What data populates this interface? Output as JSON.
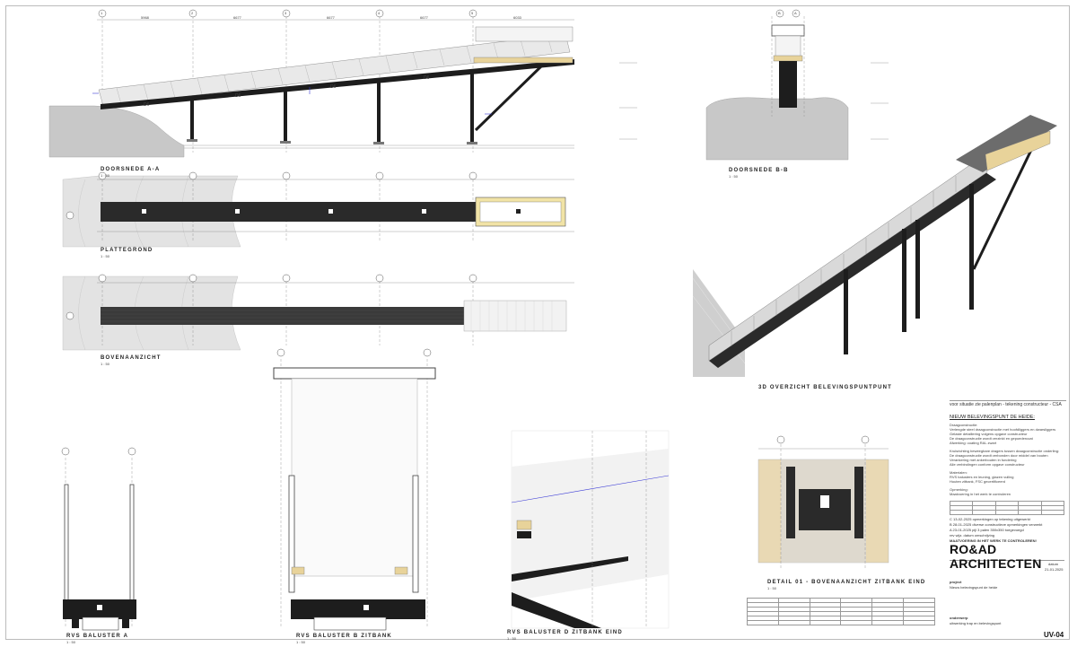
{
  "views": {
    "section_aa": "DOORSNEDE A-A",
    "plan": "PLATTEGROND",
    "top_view": "BOVENAANZICHT",
    "section_bb": "DOORSNEDE B-B",
    "overview_3d": "3D OVERZICHT BELEVINGSPUNTPUNT",
    "baluster_a": "RVS BALUSTER A",
    "baluster_b": "RVS BALUSTER B ZITBANK",
    "baluster_d": "RVS BALUSTER D ZITBANK EIND",
    "detail_01": "DETAIL 01 - BOVENAANZICHT ZITBANK EIND"
  },
  "scale": "1 : 50",
  "grid_labels": [
    "1",
    "2",
    "3",
    "4",
    "5"
  ],
  "grid_labels_b": [
    "B",
    "A"
  ],
  "dimensions_top": [
    "5968",
    "6677",
    "6677",
    "6677",
    "6033"
  ],
  "slope_labels": [
    "D6",
    "D6",
    "D6",
    "D6"
  ],
  "title_block": {
    "note": "voor situatie zie palenplan - tekening constructeur - CSA",
    "heading": "NIEUW BELEVINGSPUNT DE HEIDE:",
    "lines": [
      "Draagconstructie:",
      "Verlengde steel draagconstructie met hoofdliggers en dwarsliggers",
      "Gelaste detaillering volgens opgave constructeur",
      "De draagconstructie wordt verzinkt en gepoedercoat",
      "Afwerking: coating RAL zwart",
      "",
      "Kruisrichting beweegbare dragers tussen draagconstructie onderling:",
      "De draagconstructie wordt verbonden door middel van bouten",
      "Verankering met ankerbouten in fundering",
      "Alle verbindingen conform opgave constructeur",
      "",
      "Materialen:",
      "RVS balusters en leuning, glazen vulling",
      "Houten zitbank, FSC gecertificeerd",
      "",
      "Opmerking:",
      "Maatvoering in het werk te controleren"
    ],
    "revisions": [
      "C   13-02-2025  opmerkingen op tekening uitgewerkt",
      "B   28-01-2025  diverse constructieve opmerkingen verwerkt",
      "A   23-01-2025  pijl 3 palen 350x350 toegevoegd",
      "rev  wijz. datum  omschrijving"
    ],
    "warning": "MAATVOERING IN HET WERK TE CONTROLEREN!",
    "brand": "RO&AD ARCHITECTEN",
    "project_label": "project",
    "project": "Nieuw belevingspunt de heide",
    "drawing_label": "onderwerp",
    "drawing": "uitwerking trap en belevingspunt",
    "date_label": "datum",
    "date": "21-01-2025",
    "sheet": "UV-04"
  },
  "colors": {
    "steel": "#1d1d1d",
    "ground": "#c8c8c8",
    "wood": "#e8d39a",
    "line": "#555555",
    "accent": "#3a3ad6"
  }
}
